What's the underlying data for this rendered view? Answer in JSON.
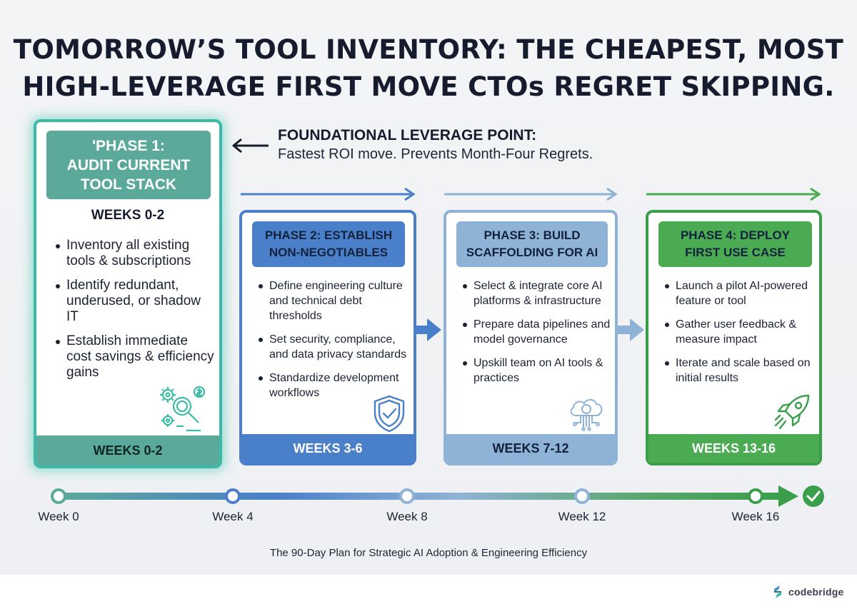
{
  "title": {
    "line1": "TOMORROW’S TOOL INVENTORY: THE CHEAPEST, MOST",
    "line2": "HIGH-LEVERAGE FIRST MOVE CTOs REGRET SKIPPING."
  },
  "callout": {
    "title": "FOUNDATIONAL LEVERAGE POINT:",
    "subtitle": "Fastest ROI move. Prevents Month-Four Regrets."
  },
  "phases": [
    {
      "title_lines": [
        "'PHASE 1:",
        "AUDIT CURRENT",
        "TOOL STACK"
      ],
      "weeks_label": "WEEKS 0-2",
      "bullets": [
        "Inventory all existing tools & subscriptions",
        "Identify redundant, underused, or shadow IT",
        "Establish immediate cost savings & efficiency gains"
      ],
      "footer": "WEEKS 0-2",
      "icon": "gears-magnifier-dollar-icon",
      "color": "#5ba99b"
    },
    {
      "title_lines": [
        "PHASE 2: ESTABLISH",
        "NON-NEGOTIABLES"
      ],
      "bullets": [
        "Define engineering culture and technical debt thresholds",
        "Set security, compliance, and data privacy standards",
        "Standardize development workflows"
      ],
      "footer": "WEEKS 3-6",
      "icon": "shield-check-icon",
      "color": "#4a7fc9"
    },
    {
      "title_lines": [
        "PHASE 3: BUILD",
        "SCAFFOLDING FOR AI"
      ],
      "bullets": [
        "Select & integrate core AI platforms & infrastructure",
        "Prepare data pipelines and model governance",
        "Upskill team on AI tools & practices"
      ],
      "footer": "WEEKS 7-12",
      "icon": "ai-cloud-circuit-icon",
      "color": "#8fb3d6"
    },
    {
      "title_lines": [
        "PHASE 4: DEPLOY",
        "FIRST USE CASE"
      ],
      "bullets": [
        "Launch a pilot AI-powered feature or tool",
        "Gather user feedback & measure impact",
        "Iterate and scale based on initial results"
      ],
      "footer": "WEEKS 13-16",
      "icon": "rocket-icon",
      "color": "#4aab52"
    }
  ],
  "timeline": {
    "weeks": [
      "Week 0",
      "Week 4",
      "Week 8",
      "Week 12",
      "Week 16"
    ],
    "subtitle": "The 90-Day Plan for Strategic AI Adoption & Engineering Efficiency"
  },
  "brand": {
    "name": "codebridge"
  }
}
